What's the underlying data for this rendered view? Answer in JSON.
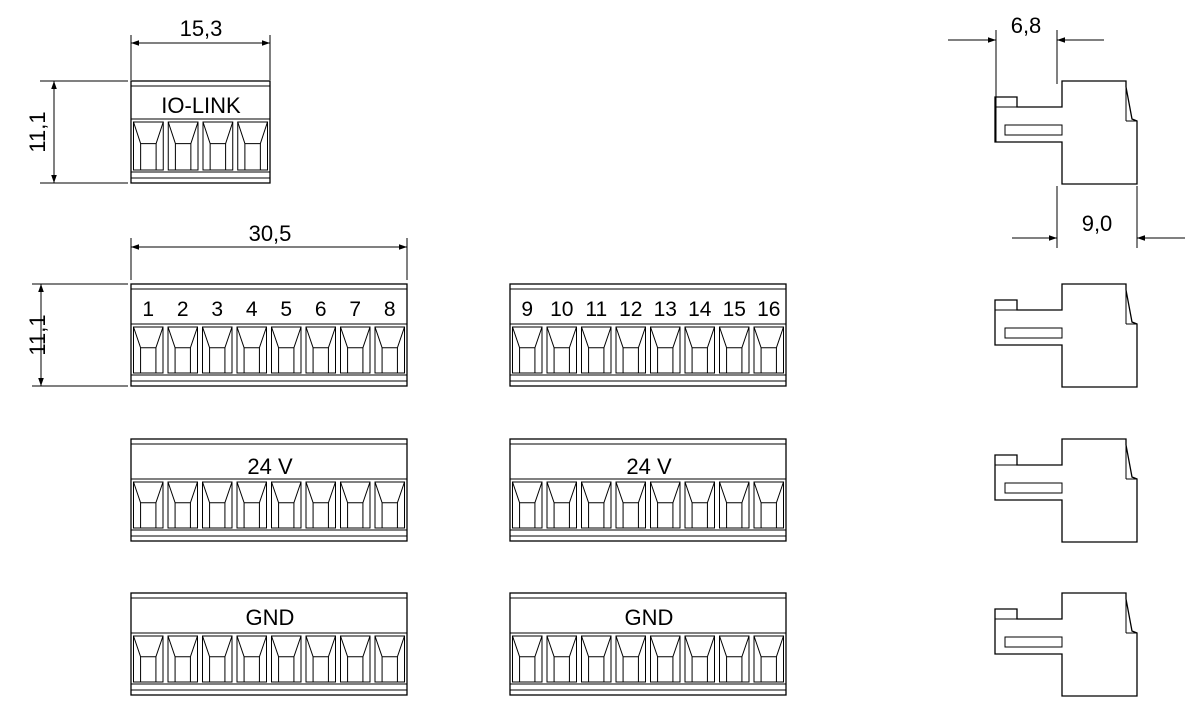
{
  "dimensions": {
    "width_small": "15,3",
    "height_small": "11,1",
    "width_large": "30,5",
    "height_large": "11,1",
    "depth_top": "6,8",
    "depth_body": "9,0"
  },
  "connectors": {
    "io_link": {
      "label": "IO-LINK"
    },
    "terminals_left": {
      "numbers": [
        "1",
        "2",
        "3",
        "4",
        "5",
        "6",
        "7",
        "8"
      ]
    },
    "terminals_right": {
      "numbers": [
        "9",
        "10",
        "11",
        "12",
        "13",
        "14",
        "15",
        "16"
      ]
    },
    "supply_left": {
      "label": "24 V"
    },
    "supply_right": {
      "label": "24 V"
    },
    "ground_left": {
      "label": "GND"
    },
    "ground_right": {
      "label": "GND"
    }
  }
}
